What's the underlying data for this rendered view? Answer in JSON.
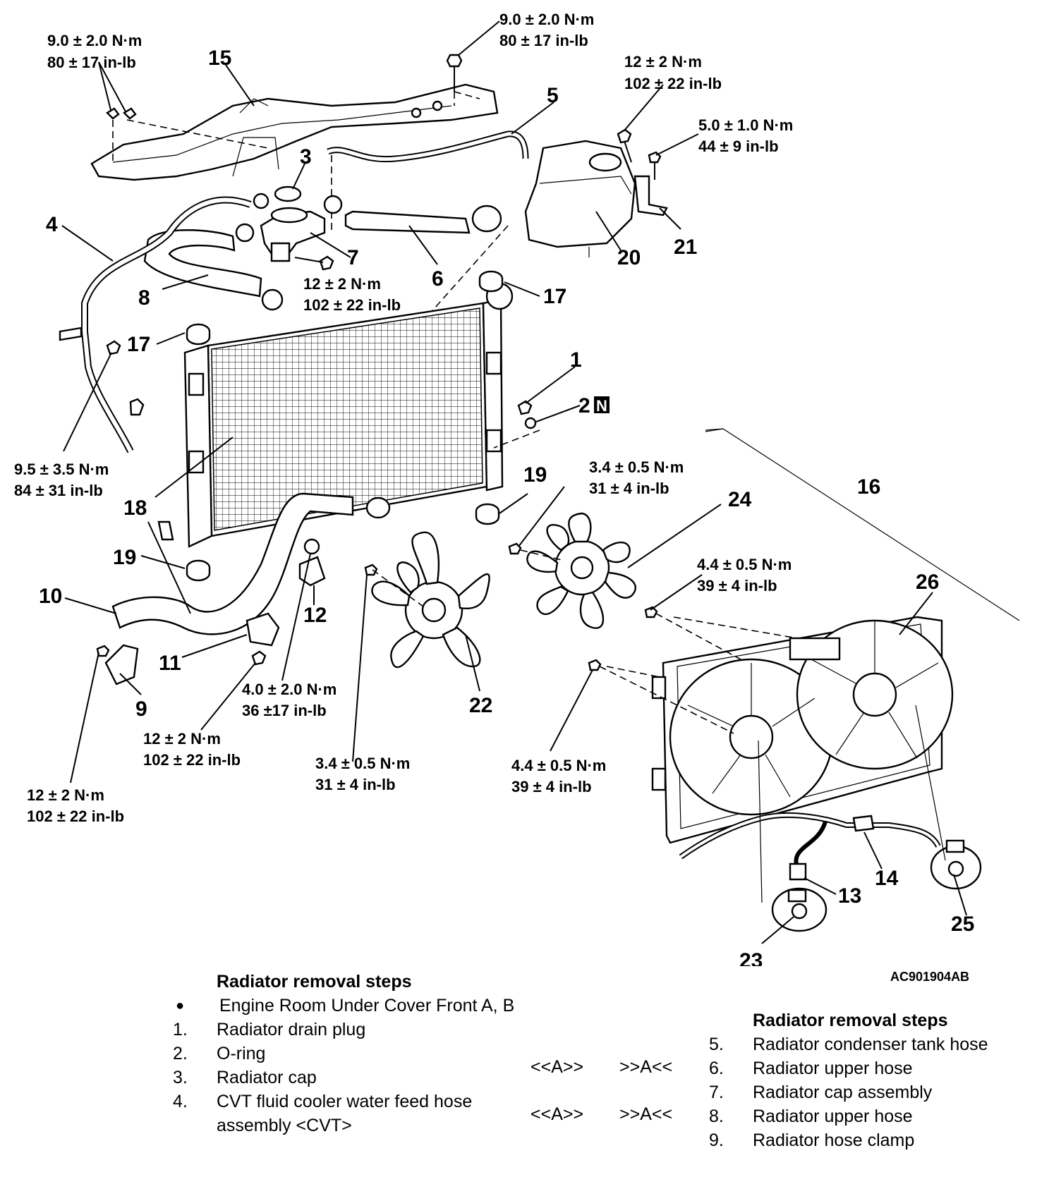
{
  "figure_id": "AC901904AB",
  "callouts": {
    "c1": "1",
    "c2": "2",
    "c3": "3",
    "c4": "4",
    "c5": "5",
    "c6": "6",
    "c7": "7",
    "c8": "8",
    "c9": "9",
    "c10": "10",
    "c11": "11",
    "c12": "12",
    "c13": "13",
    "c14": "14",
    "c15": "15",
    "c16": "16",
    "c17a": "17",
    "c17b": "17",
    "c18": "18",
    "c19a": "19",
    "c19b": "19",
    "c20": "20",
    "c21": "21",
    "c22": "22",
    "c23": "23",
    "c24": "24",
    "c25": "25",
    "c26": "26"
  },
  "n_badge": "N",
  "torques": {
    "t_top_left": {
      "nm": "9.0 ± 2.0 N·m",
      "inlb": "80 ± 17 in-lb"
    },
    "t_top_center": {
      "nm": "9.0 ± 2.0 N·m",
      "inlb": "80 ± 17 in-lb"
    },
    "t_tank": {
      "nm": "12 ± 2 N·m",
      "inlb": "102 ± 22 in-lb"
    },
    "t_bracket": {
      "nm": "5.0 ± 1.0 N·m",
      "inlb": "44 ± 9 in-lb"
    },
    "t_cap_assy": {
      "nm": "12 ± 2 N·m",
      "inlb": "102 ± 22 in-lb"
    },
    "t_hose_left": {
      "nm": "9.5 ± 3.5 N·m",
      "inlb": "84 ± 31 in-lb"
    },
    "t_fan_right": {
      "nm": "3.4 ± 0.5 N·m",
      "inlb": "31 ± 4 in-lb"
    },
    "t_shroud_top": {
      "nm": "4.4 ± 0.5 N·m",
      "inlb": "39 ± 4 in-lb"
    },
    "t_clip12": {
      "nm": "4.0 ± 2.0 N·m",
      "inlb": "36 ±17 in-lb"
    },
    "t_clamp11": {
      "nm": "12 ± 2 N·m",
      "inlb": "102 ± 22 in-lb"
    },
    "t_fan_left": {
      "nm": "3.4 ± 0.5 N·m",
      "inlb": "31 ± 4 in-lb"
    },
    "t_shroud_bot": {
      "nm": "4.4 ± 0.5 N·m",
      "inlb": "39 ± 4 in-lb"
    },
    "t_clamp9": {
      "nm": "12 ± 2 N·m",
      "inlb": "102 ± 22 in-lb"
    }
  },
  "steps_left": {
    "title": "Radiator removal steps",
    "bullet_item": "Engine Room Under Cover Front A, B",
    "items": [
      {
        "num": "1.",
        "text": "Radiator drain plug"
      },
      {
        "num": "2.",
        "text": "O-ring"
      },
      {
        "num": "3.",
        "text": "Radiator cap"
      },
      {
        "num": "4.",
        "text": "CVT fluid cooler water feed hose assembly <CVT>"
      }
    ]
  },
  "marks": {
    "row6": {
      "left": "<<A>>",
      "right": ">>A<<"
    },
    "row8": {
      "left": "<<A>>",
      "right": ">>A<<"
    }
  },
  "steps_right": {
    "title": "Radiator removal steps",
    "items": [
      {
        "num": "5.",
        "text": "Radiator condenser tank hose"
      },
      {
        "num": "6.",
        "text": "Radiator upper hose"
      },
      {
        "num": "7.",
        "text": "Radiator cap assembly"
      },
      {
        "num": "8.",
        "text": "Radiator upper hose"
      },
      {
        "num": "9.",
        "text": "Radiator hose clamp"
      }
    ]
  }
}
